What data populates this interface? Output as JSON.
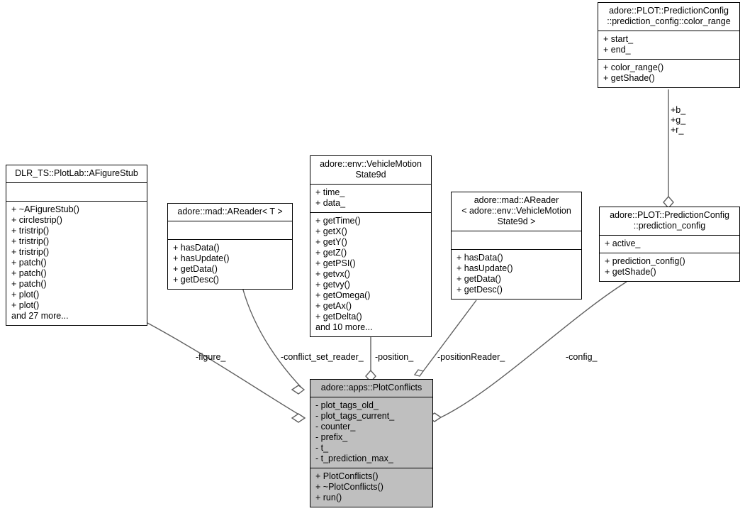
{
  "diagram": {
    "kind": "uml-class-diagram",
    "background": "#ffffff",
    "line_color": "#606060",
    "border_color": "#000000",
    "highlight_fill": "#bfbfbf"
  },
  "classes": {
    "color_range": {
      "title": "adore::PLOT::PredictionConfig\n::prediction_config::color_range",
      "attributes": "+ start_\n+ end_",
      "operations": "+ color_range()\n+ getShade()"
    },
    "afigurestub": {
      "title": "DLR_TS::PlotLab::AFigureStub",
      "attributes": "",
      "operations": "+ ~AFigureStub()\n+ circlestrip()\n+ tristrip()\n+ tristrip()\n+ tristrip()\n+ patch()\n+ patch()\n+ patch()\n+ plot()\n+ plot()\nand 27 more..."
    },
    "areader_t": {
      "title": "adore::mad::AReader< T >",
      "attributes": "",
      "operations": "+ hasData()\n+ hasUpdate()\n+ getData()\n+ getDesc()"
    },
    "vehiclemotionstate9d": {
      "title": "adore::env::VehicleMotion\nState9d",
      "attributes": "+ time_\n+ data_",
      "operations": "+ getTime()\n+ getX()\n+ getY()\n+ getZ()\n+ getPSI()\n+ getvx()\n+ getvy()\n+ getOmega()\n+ getAx()\n+ getDelta()\nand 10 more..."
    },
    "areader_vms9d": {
      "title": "adore::mad::AReader\n< adore::env::VehicleMotion\nState9d >",
      "attributes": "",
      "operations": "+ hasData()\n+ hasUpdate()\n+ getData()\n+ getDesc()"
    },
    "prediction_config": {
      "title": "adore::PLOT::PredictionConfig\n::prediction_config",
      "attributes": "+ active_",
      "operations": "+ prediction_config()\n+ getShade()"
    },
    "plotconflicts": {
      "title": "adore::apps::PlotConflicts",
      "attributes": "- plot_tags_old_\n- plot_tags_current_\n- counter_\n- prefix_\n- t_\n- t_prediction_max_",
      "operations": "+ PlotConflicts()\n+ ~PlotConflicts()\n+ run()"
    }
  },
  "edge_labels": {
    "color_members": "+b_\n+g_\n+r_",
    "figure": "-figure_",
    "conflict_set_reader": "-conflict_set_reader_",
    "position": "-position_",
    "position_reader": "-positionReader_",
    "config": "-config_"
  }
}
